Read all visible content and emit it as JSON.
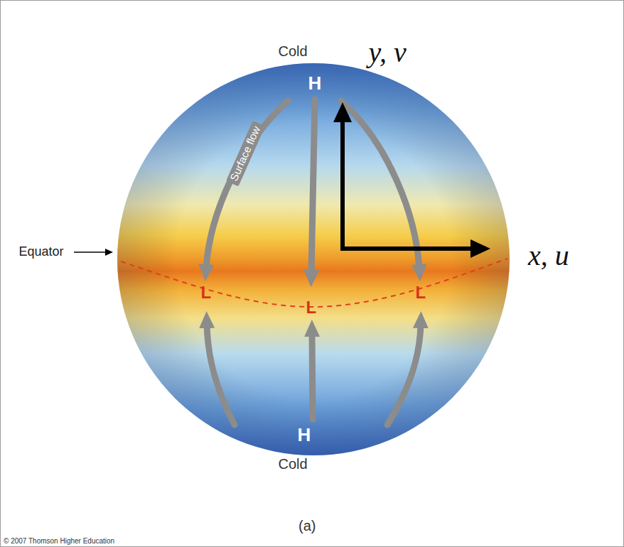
{
  "diagram": {
    "labels": [
      "Cold",
      "H",
      "Surface flow",
      "y, v",
      "x, u",
      "Equator",
      "L",
      "L",
      "L",
      "H",
      "Cold",
      "(a)",
      "© 2007 Thomson Higher Education"
    ]
  }
}
